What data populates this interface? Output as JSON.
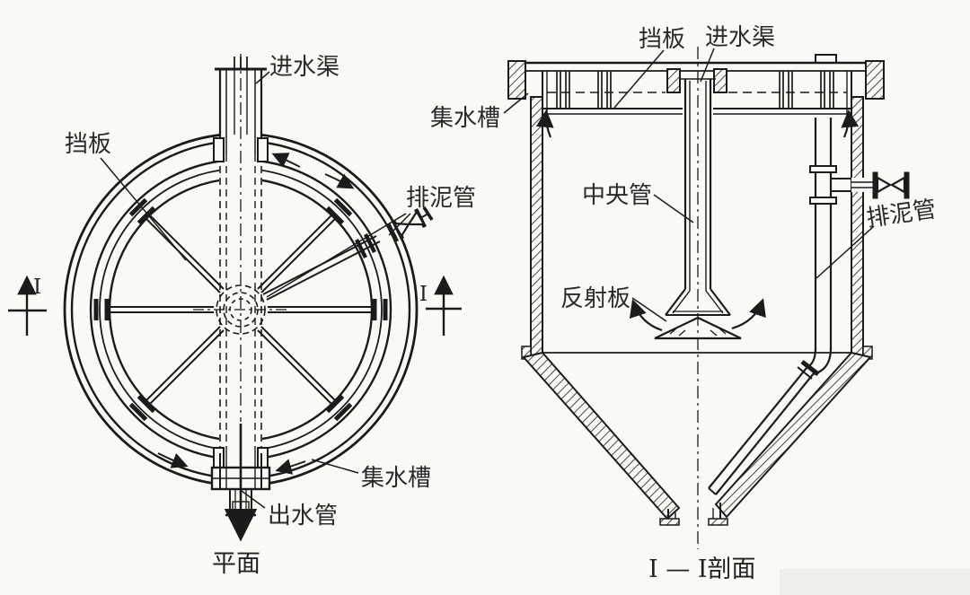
{
  "background": "#faf9f6",
  "ink": "#1b1b1b",
  "plan": {
    "title": "平面",
    "section_marker_left": "I",
    "section_marker_right": "I",
    "labels": {
      "inlet_channel": "进水渠",
      "baffle": "挡板",
      "sludge_pipe": "排泥管",
      "collecting_trough": "集水槽",
      "outlet_pipe": "出水管"
    }
  },
  "section": {
    "title": "I — I剖面",
    "labels": {
      "baffle": "挡板",
      "inlet_channel": "进水渠",
      "collecting_trough": "集水槽",
      "central_pipe": "中央管",
      "reflector_plate": "反射板",
      "sludge_pipe": "排泥管"
    }
  }
}
